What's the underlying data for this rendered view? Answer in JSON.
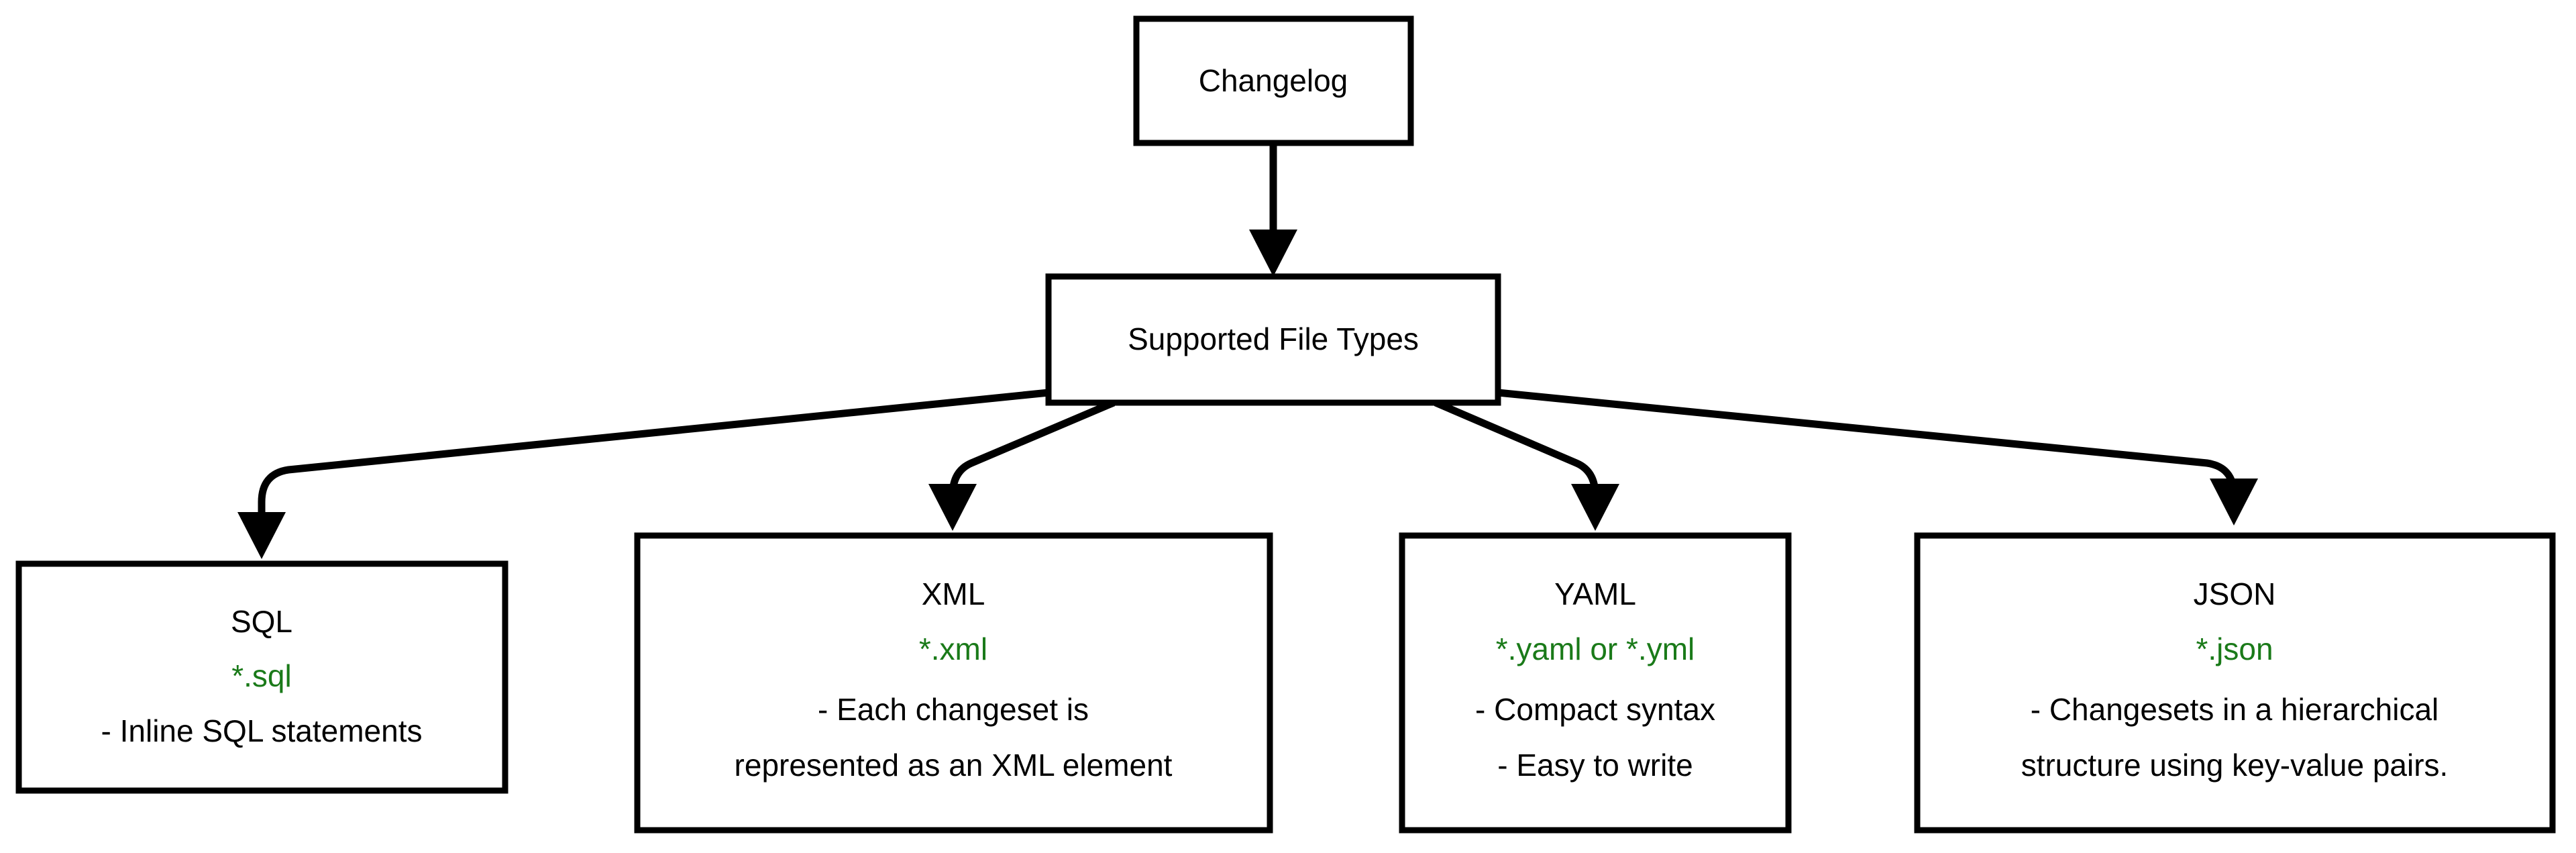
{
  "diagram": {
    "type": "flowchart",
    "direction": "top-down",
    "background_color": "#ffffff",
    "box_border_color": "#000000",
    "box_fill_color": "#ffffff",
    "text_color": "#000000",
    "accent_color": "#1a7a19",
    "nodes": {
      "root": {
        "id": "changelog",
        "label": "Changelog"
      },
      "category": {
        "id": "supported-file-types",
        "label": "Supported File Types"
      },
      "leaves": [
        {
          "id": "sql",
          "title": "SQL",
          "extension": "*.sql",
          "bullets": [
            "- Inline SQL statements"
          ]
        },
        {
          "id": "xml",
          "title": "XML",
          "extension": "*.xml",
          "bullets": [
            "- Each changeset is",
            "represented as an XML element"
          ]
        },
        {
          "id": "yaml",
          "title": "YAML",
          "extension": "*.yaml or *.yml",
          "bullets": [
            "- Compact syntax",
            "- Easy to write"
          ]
        },
        {
          "id": "json",
          "title": "JSON",
          "extension": "*.json",
          "bullets": [
            "- Changesets in a hierarchical",
            "structure using key-value pairs."
          ]
        }
      ]
    },
    "edges": [
      {
        "from": "changelog",
        "to": "supported-file-types",
        "arrow": "down-arrow-icon"
      },
      {
        "from": "supported-file-types",
        "to": "sql",
        "arrow": "down-arrow-icon"
      },
      {
        "from": "supported-file-types",
        "to": "xml",
        "arrow": "down-arrow-icon"
      },
      {
        "from": "supported-file-types",
        "to": "yaml",
        "arrow": "down-arrow-icon"
      },
      {
        "from": "supported-file-types",
        "to": "json",
        "arrow": "down-arrow-icon"
      }
    ]
  }
}
